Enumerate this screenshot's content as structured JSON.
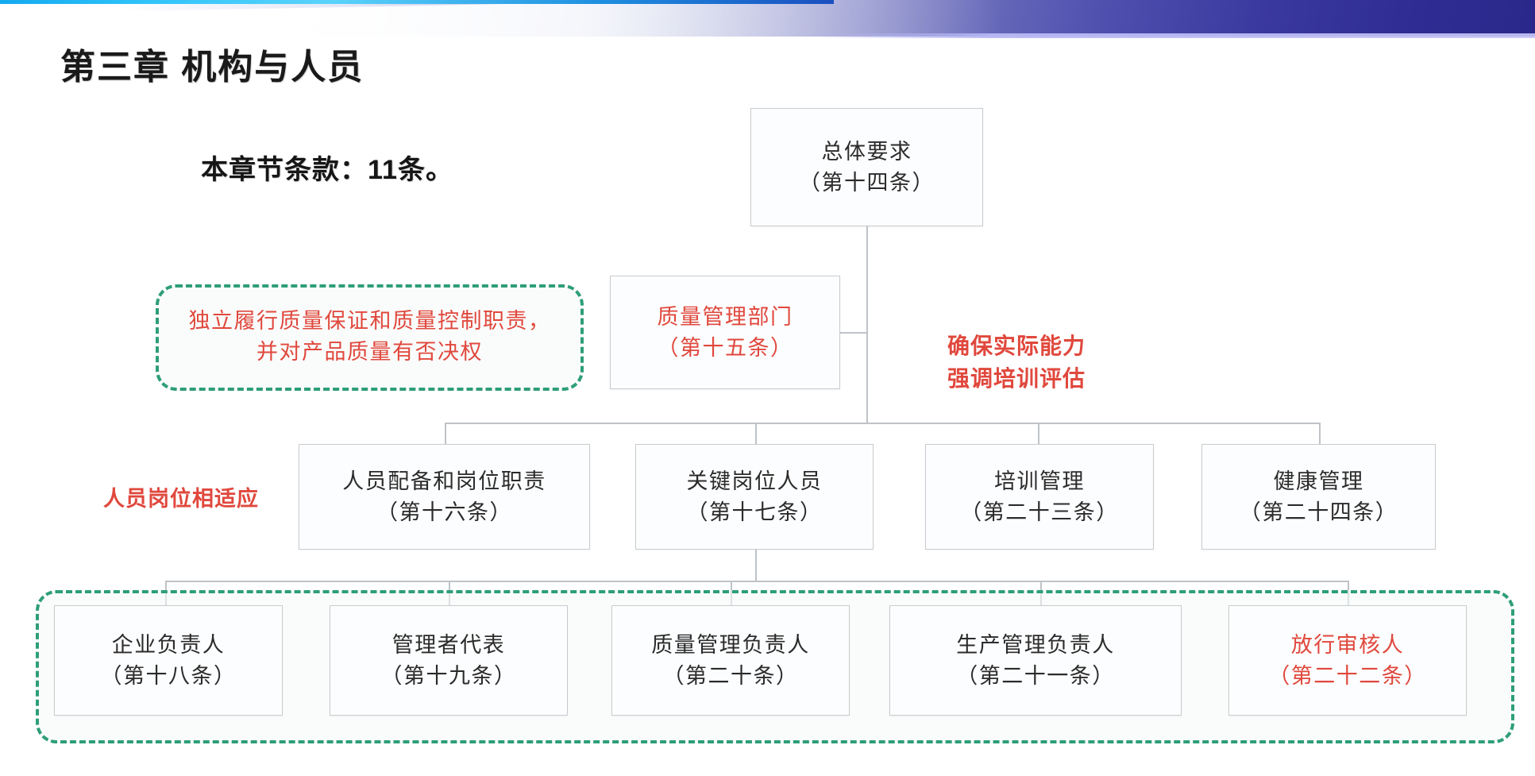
{
  "slide": {
    "title": "第三章 机构与人员",
    "subtitle": "本章节条款：11条。"
  },
  "org_chart": {
    "root": {
      "line1": "总体要求",
      "line2": "（第十四条）"
    },
    "quality_dept": {
      "line1": "质量管理部门",
      "line2": "（第十五条）"
    },
    "level2": [
      {
        "line1": "人员配备和岗位职责",
        "line2": "（第十六条）"
      },
      {
        "line1": "关键岗位人员",
        "line2": "（第十七条）"
      },
      {
        "line1": "培训管理",
        "line2": "（第二十三条）"
      },
      {
        "line1": "健康管理",
        "line2": "（第二十四条）"
      }
    ],
    "level3": [
      {
        "line1": "企业负责人",
        "line2": "（第十八条）",
        "red": false
      },
      {
        "line1": "管理者代表",
        "line2": "（第十九条）",
        "red": false
      },
      {
        "line1": "质量管理负责人",
        "line2": "（第二十条）",
        "red": false
      },
      {
        "line1": "生产管理负责人",
        "line2": "（第二十一条）",
        "red": false
      },
      {
        "line1": "放行审核人",
        "line2": "（第二十二条）",
        "red": true
      }
    ]
  },
  "annotations": {
    "quality_duty_line1": "独立履行质量保证和质量控制职责，",
    "quality_duty_line2": "并对产品质量有否决权",
    "capability_line1": "确保实际能力",
    "capability_line2": "强调培训评估",
    "staff_match": "人员岗位相适应"
  },
  "colors": {
    "accent_red": "#e0483d",
    "dashed_green": "#2e9e78",
    "box_border": "#c9cccf",
    "banner_dark": "#2a2889",
    "banner_cyan": "#31c4fa"
  }
}
